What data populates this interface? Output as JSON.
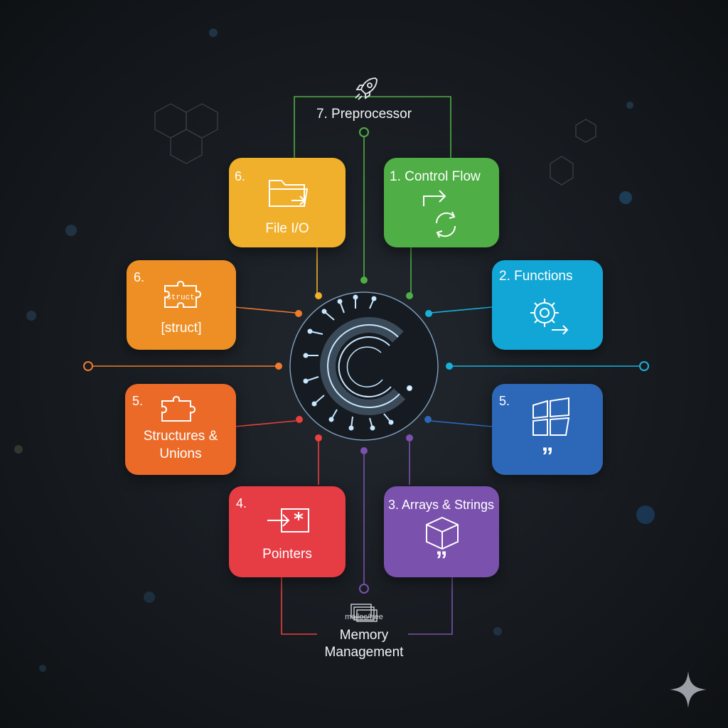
{
  "diagram": {
    "center_logo": "C",
    "top": {
      "label": "7. Preprocessor",
      "icon": "rocket-icon"
    },
    "bottom": {
      "caption": "malloc/free",
      "label_line1": "Memory",
      "label_line2": "Management",
      "icon": "stacked-windows-icon"
    },
    "cards": {
      "file_io": {
        "number": "6.",
        "label": "File I/O",
        "color": "#f0b02c",
        "icon": "folder-icon"
      },
      "control_flow": {
        "title": "1. Control Flow",
        "color": "#4fae45",
        "icon": "flow-arrows-icon"
      },
      "struct": {
        "number": "6.",
        "icon_text": "struct",
        "label": "[struct]",
        "color": "#ee8f25",
        "icon": "puzzle-icon"
      },
      "functions": {
        "title": "2. Functions",
        "color": "#12a6d6",
        "icon": "gear-icon"
      },
      "structures_unions": {
        "number": "5.",
        "label_line1": "Structures &",
        "label_line2": "Unions",
        "color": "#ec6a28",
        "icon": "puzzle-icon"
      },
      "modules": {
        "number": "5.",
        "color": "#2d67b8",
        "icon": "window-blocks-icon",
        "quote": "”"
      },
      "pointers": {
        "number": "4.",
        "label": "Pointers",
        "color": "#e63d45",
        "icon": "pointer-arrow-icon"
      },
      "arrays_strings": {
        "title": "3. Arrays & Strings",
        "color": "#7a51ad",
        "icon": "cube-icon",
        "quote": "”"
      }
    },
    "connector_colors": {
      "orange": "#f07a2e",
      "green": "#4fae45",
      "cyan": "#18b1dc",
      "red": "#e8403f",
      "blue": "#2d67b8",
      "purple": "#7a51ad",
      "yellow": "#f0b02c"
    }
  }
}
